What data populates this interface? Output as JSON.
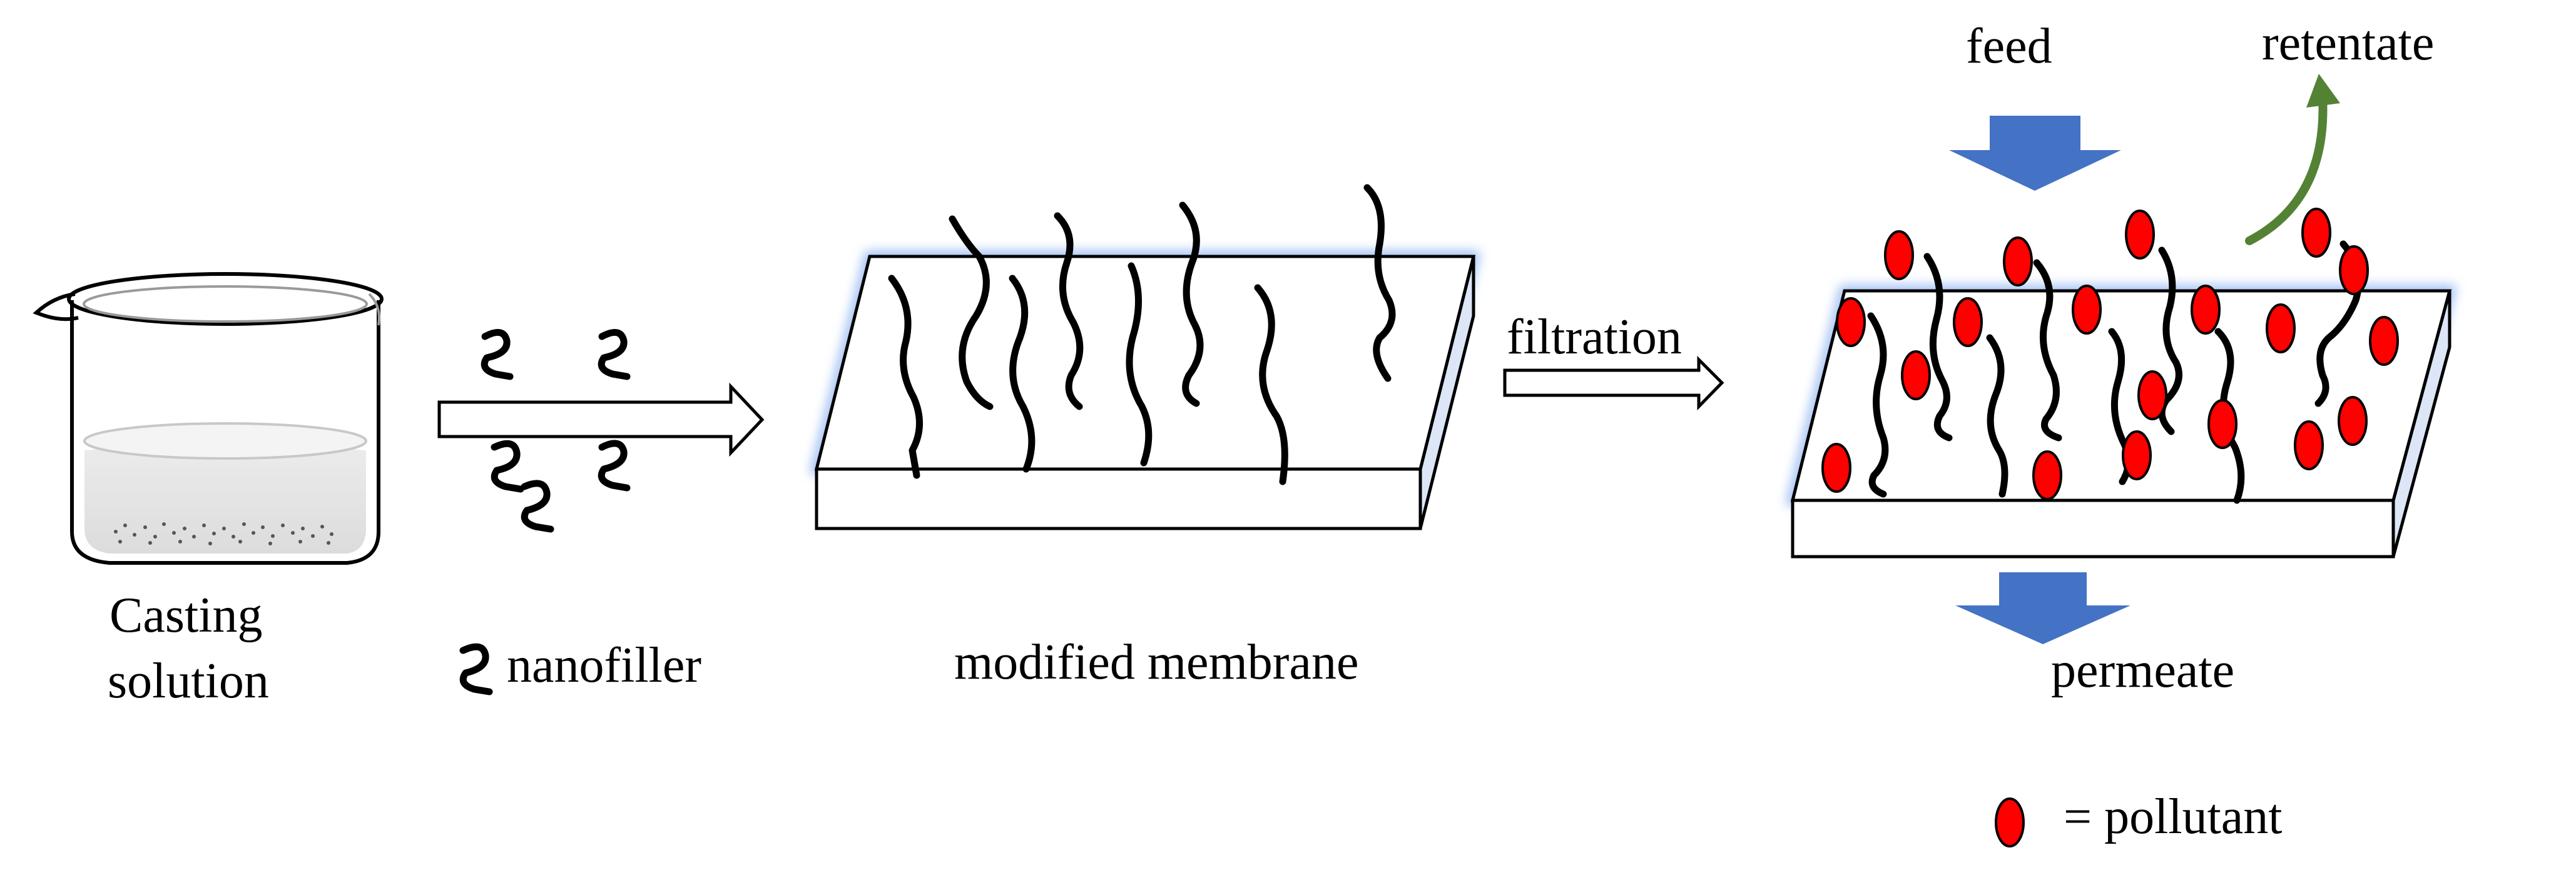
{
  "labels": {
    "casting_solution_line1": "Casting",
    "casting_solution_line2": "solution",
    "nanofiller_legend": "nanofiller",
    "modified_membrane": "modified membrane",
    "filtration": "filtration",
    "feed": "feed",
    "retentate": "retentate",
    "permeate": "permeate",
    "pollutant_legend": "= pollutant"
  },
  "colors": {
    "pollutant": "#ff0000",
    "flow_arrow": "#4472c4",
    "retentate_arrow": "#548235",
    "membrane_glow": "#7da7f0",
    "nanofiller": "#000000"
  },
  "icons": {
    "beaker": "beaker-icon",
    "nanofiller": "nanofiller-icon",
    "pollutant": "pollutant-icon",
    "process_arrow": "hollow-arrow-icon",
    "flow_arrow": "block-arrow-icon"
  }
}
